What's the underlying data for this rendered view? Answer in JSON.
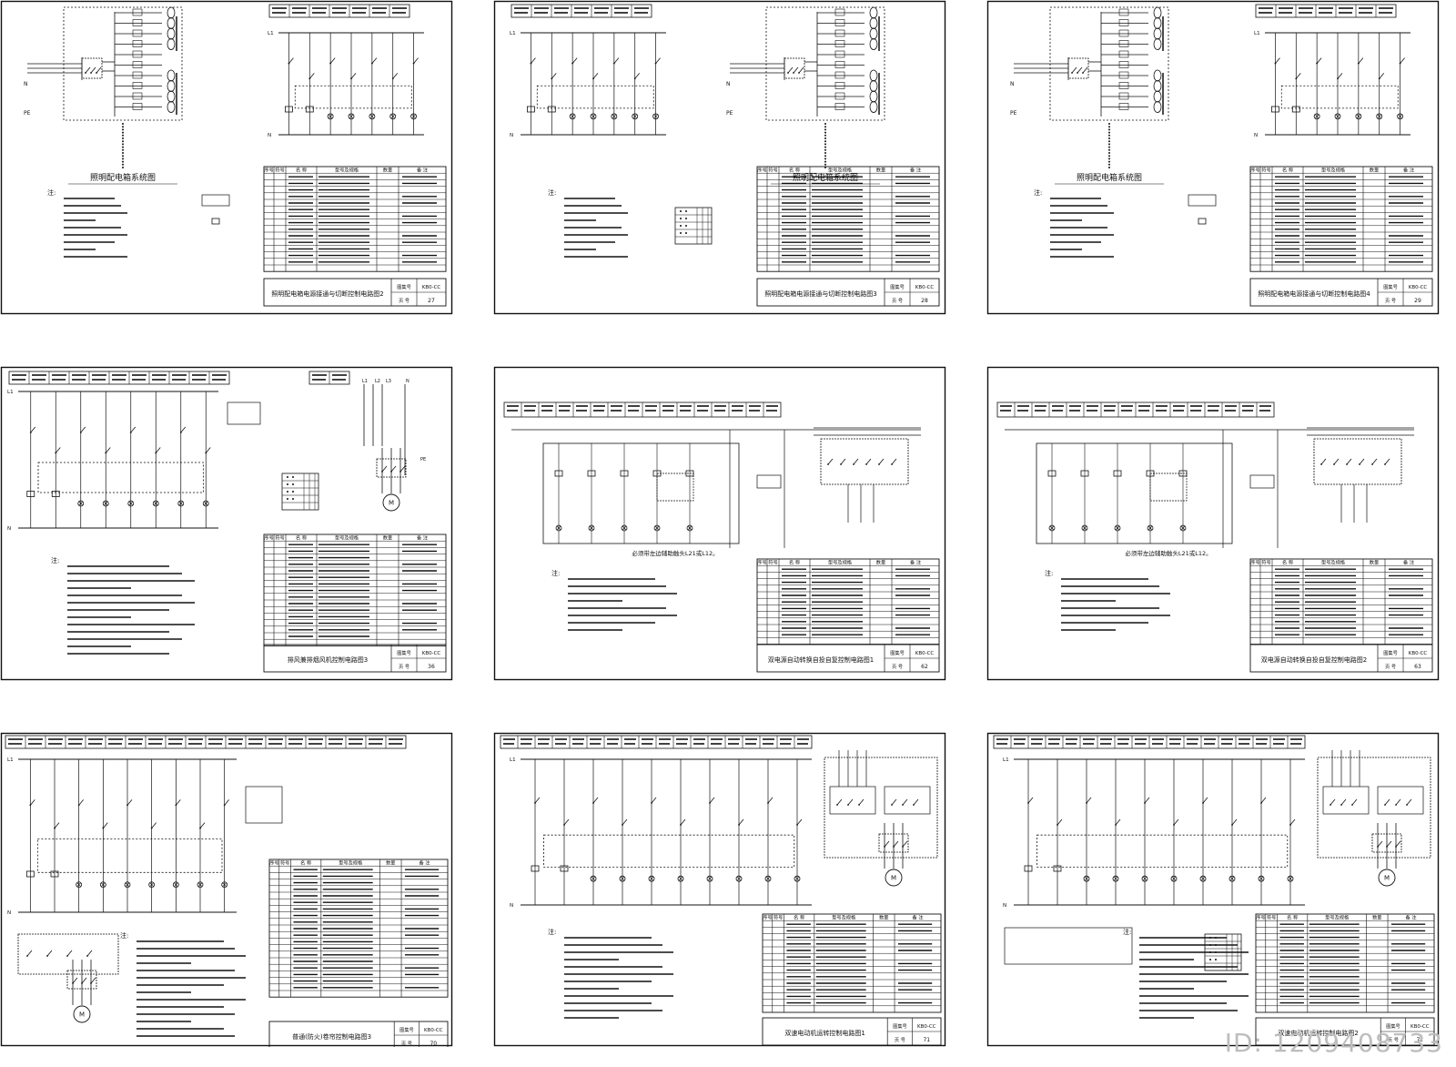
{
  "watermark_id": "ID: 1209408733",
  "sheets": [
    {
      "caption": "照明配电箱系统图",
      "title": "照明配电箱电源接通与切断控制电路图2",
      "atlas": "KB0-CC",
      "page": "27",
      "kind": "lighting-left",
      "note_label": "注:",
      "table_head": [
        "序号",
        "符号",
        "名 称",
        "型号及规格",
        "数量",
        "备 注"
      ]
    },
    {
      "caption": "照明配电箱系统图",
      "title": "照明配电箱电源接通与切断控制电路图3",
      "atlas": "KB0-CC",
      "page": "28",
      "kind": "lighting-right",
      "note_label": "注:",
      "table_head": [
        "序号",
        "符号",
        "名 称",
        "型号及规格",
        "数量",
        "备 注"
      ]
    },
    {
      "caption": "照明配电箱系统图",
      "title": "照明配电箱电源接通与切断控制电路图4",
      "atlas": "KB0-CC",
      "page": "29",
      "kind": "lighting-left",
      "note_label": "注:",
      "table_head": [
        "序号",
        "符号",
        "名 称",
        "型号及规格",
        "数量",
        "备 注"
      ]
    },
    {
      "caption": "",
      "title": "排风兼排烟风机控制电路图3",
      "atlas": "KB0-CC",
      "page": "36",
      "kind": "fan",
      "note_label": "注:",
      "table_head": [
        "序号",
        "符号",
        "名 称",
        "型号及规格",
        "数量",
        "备 注"
      ]
    },
    {
      "caption": "必须带左边辅助触头L21或L12。",
      "title": "双电源自动转换自投自复控制电路图1",
      "atlas": "KB0-CC",
      "page": "62",
      "kind": "dual",
      "note_label": "注:",
      "table_head": [
        "序号",
        "符号",
        "名 称",
        "型号及规格",
        "数量",
        "备 注"
      ]
    },
    {
      "caption": "必须带左边辅助触头L21或L12。",
      "title": "双电源自动转换自投自复控制电路图2",
      "atlas": "KB0-CC",
      "page": "63",
      "kind": "dual",
      "note_label": "注:",
      "table_head": [
        "序号",
        "符号",
        "名 称",
        "型号及规格",
        "数量",
        "备 注"
      ]
    },
    {
      "caption": "",
      "title": "普通(防火)卷帘控制电路图3",
      "atlas": "KB0-CC",
      "page": "70",
      "kind": "shutter",
      "note_label": "注:",
      "table_head": [
        "序号",
        "符号",
        "名 称",
        "型号及规格",
        "数量",
        "备 注"
      ]
    },
    {
      "caption": "",
      "title": "双速电动机运转控制电路图1",
      "atlas": "KB0-CC",
      "page": "71",
      "kind": "twospeed",
      "note_label": "注:",
      "table_head": [
        "序号",
        "符号",
        "名 称",
        "型号及规格",
        "数量",
        "备 注"
      ]
    },
    {
      "caption": "",
      "title": "双速电动机运转控制电路图2",
      "atlas": "KB0-CC",
      "page": "72",
      "kind": "twospeed",
      "note_label": "注:",
      "table_head": [
        "序号",
        "符号",
        "名 称",
        "型号及规格",
        "数量",
        "备 注"
      ]
    }
  ]
}
